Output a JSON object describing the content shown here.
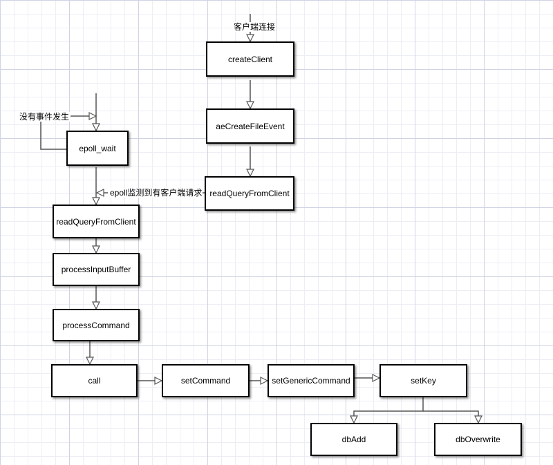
{
  "nodes": {
    "createClient": "createClient",
    "aeCreateFileEvent": "aeCreateFileEvent",
    "readQueryFromClient_top": "readQueryFromClient",
    "epoll_wait": "epoll_wait",
    "readQueryFromClient": "readQueryFromClient",
    "processInputBuffer": "processInputBuffer",
    "processCommand": "processCommand",
    "call": "call",
    "setCommand": "setCommand",
    "setGenericCommand": "setGenericCommand",
    "setKey": "setKey",
    "dbAdd": "dbAdd",
    "dbOverwrite": "dbOverwrite"
  },
  "labels": {
    "client_connect": "客户端连接",
    "no_event": "没有事件发生",
    "epoll_detect": "epoll监测到有客户端请求"
  },
  "colors": {
    "line": "#555555",
    "box_border": "#000000",
    "grid_major": "#cfd3e3",
    "grid_minor": "#eceef5"
  }
}
